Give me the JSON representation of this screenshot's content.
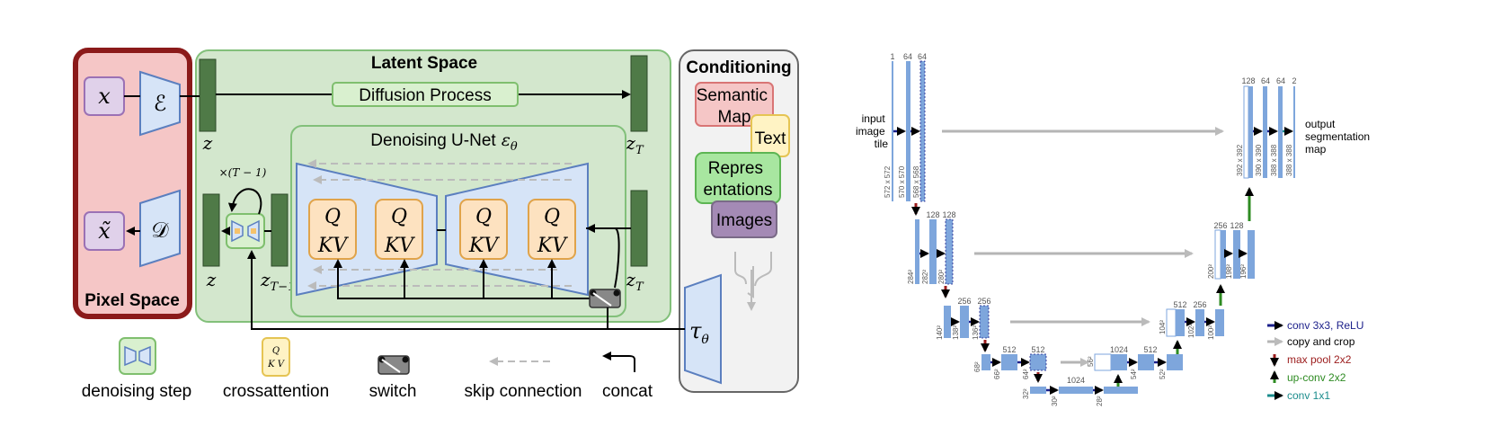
{
  "ldm": {
    "latent_title": "Latent Space",
    "pixel_title": "Pixel Space",
    "conditioning_title": "Conditioning",
    "diffusion_label": "Diffusion Process",
    "unet_title": "Denoising U-Net",
    "unet_symbol": "ε",
    "unet_symbol_sub": "θ",
    "x": "x",
    "x_tilde": "x̃",
    "encoder": "ℰ",
    "decoder": "𝒟",
    "z": "z",
    "zT": "z",
    "zT_sub": "T",
    "zT1": "z",
    "zT1_sub": "T−1",
    "repeat": "×(T − 1)",
    "attention_q": "Q",
    "attention_kv": "KV",
    "cond_items": [
      "Semantic Map",
      "Text",
      "Repres entations",
      "Images"
    ],
    "tau": "τ",
    "tau_sub": "θ",
    "legend": [
      "denoising step",
      "crossattention",
      "switch",
      "skip connection",
      "concat"
    ],
    "legend_q": "Q",
    "legend_kv": "K V"
  },
  "unet": {
    "input_label": [
      "input",
      "image",
      "tile"
    ],
    "output_label": [
      "output",
      "segmentation",
      "map"
    ],
    "channels": [
      "1",
      "64",
      "64",
      "128",
      "128",
      "256",
      "256",
      "512",
      "512",
      "1024",
      "1024",
      "512",
      "512",
      "256",
      "256",
      "128",
      "128",
      "64",
      "64",
      "2"
    ],
    "dims": [
      "572 x 572",
      "570 x 570",
      "568 x 568",
      "284²",
      "282²",
      "280²",
      "140²",
      "138²",
      "136²",
      "68²",
      "66²",
      "64²",
      "32²",
      "30²",
      "28²",
      "56²",
      "54²",
      "52²",
      "104²",
      "102²",
      "100²",
      "200²",
      "198²",
      "196²",
      "392 x 392",
      "390 x 390",
      "388 x 388",
      "388 x 388"
    ],
    "legend": [
      "conv 3x3, ReLU",
      "copy and crop",
      "max pool 2x2",
      "up-conv 2x2",
      "conv 1x1"
    ],
    "colors": {
      "conv": "#1b1f8a",
      "copy": "#b5b5b5",
      "pool": "#9b1b1b",
      "upconv": "#2e8b22",
      "conv1x1": "#1a8c8c",
      "block": "#7ea6dc"
    }
  }
}
